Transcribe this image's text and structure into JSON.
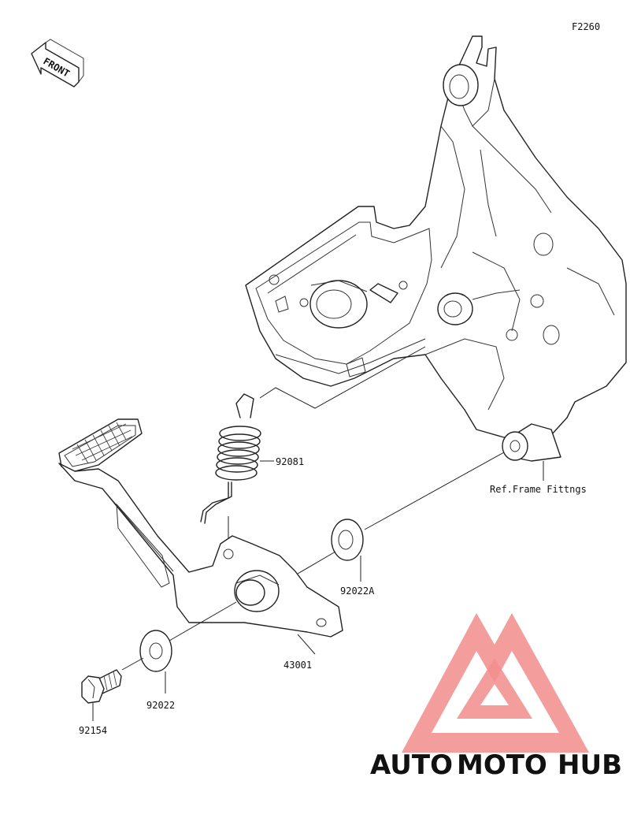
{
  "diagram": {
    "code": "F2260",
    "front_label": "FRONT",
    "ref_label": "Ref.Frame Fittngs",
    "parts": {
      "spring": "92081",
      "washer_a": "92022A",
      "pedal": "43001",
      "washer": "92022",
      "bolt": "92154"
    }
  },
  "watermark": {
    "part1": "AUTO",
    "part2": "MOTO",
    "part3": "HUB",
    "colors": {
      "auto": "#f7b43a",
      "moto": "#ef6b6b",
      "hub": "#7a7a7a",
      "logo": "#f28f8f"
    }
  }
}
